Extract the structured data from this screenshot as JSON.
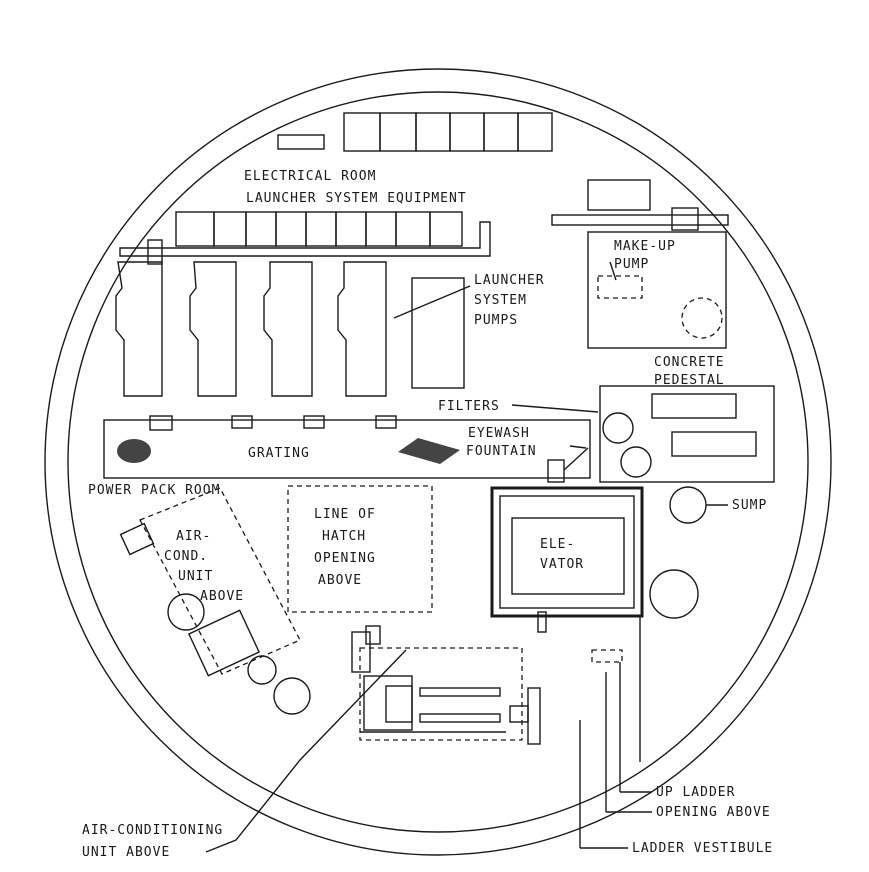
{
  "labels": {
    "electrical_room": "ELECTRICAL ROOM",
    "launcher_equipment": "LAUNCHER SYSTEM EQUIPMENT",
    "launcher_pumps": [
      "LAUNCHER",
      "SYSTEM",
      "PUMPS"
    ],
    "make_up_pump": [
      "MAKE-UP",
      "PUMP"
    ],
    "concrete_pedestal": [
      "CONCRETE",
      "PEDESTAL"
    ],
    "filters": "FILTERS",
    "eyewash_fountain": [
      "EYEWASH",
      "FOUNTAIN"
    ],
    "grating": "GRATING",
    "power_pack_room": "POWER PACK ROOM",
    "sump": "SUMP",
    "elevator": [
      "ELE-",
      "VATOR"
    ],
    "hatch_opening": [
      "LINE OF",
      "HATCH",
      "OPENING",
      "ABOVE"
    ],
    "air_cond_above": [
      "AIR-",
      "COND.",
      "UNIT",
      "ABOVE"
    ],
    "up_ladder": "UP LADDER",
    "opening_above": "OPENING ABOVE",
    "ladder_vestibule": "LADDER VESTIBULE",
    "air_conditioning_unit": [
      "AIR-CONDITIONING",
      "UNIT ABOVE"
    ]
  }
}
